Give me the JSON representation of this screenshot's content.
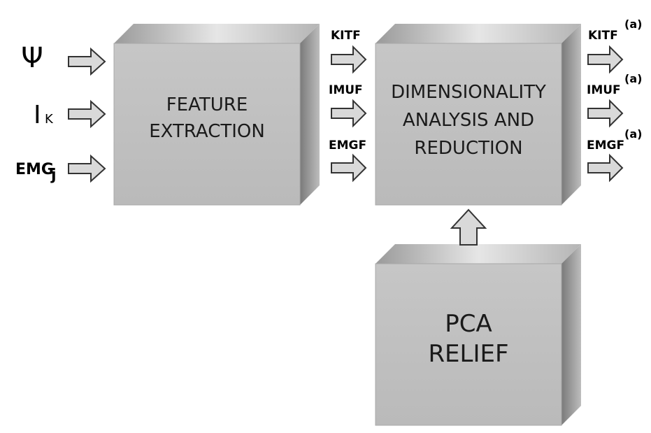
{
  "inputs": {
    "psi": "Ψ",
    "ik_main": "I",
    "ik_sub": "K",
    "emg_main": "EMG",
    "emg_sub": "j"
  },
  "blocks": {
    "feature_extraction": [
      "FEATURE",
      "EXTRACTION"
    ],
    "dimensionality": [
      "DIMENSIONALITY",
      "ANALYSIS AND",
      "REDUCTION"
    ],
    "pca": [
      "PCA",
      "RELIEF"
    ]
  },
  "intermediate": [
    "KITF",
    "IMUF",
    "EMGF"
  ],
  "outputs": [
    {
      "label": "KITF",
      "sup": "(a)"
    },
    {
      "label": "IMUF",
      "sup": "(a)"
    },
    {
      "label": "EMGF",
      "sup": "(a)"
    }
  ],
  "colors": {
    "box_front": "#c2c2c2",
    "box_side": "#8e8e8e",
    "box_top": "#cfcfcf",
    "arrow_fill": "#d9d9d9",
    "arrow_stroke": "#333333"
  }
}
